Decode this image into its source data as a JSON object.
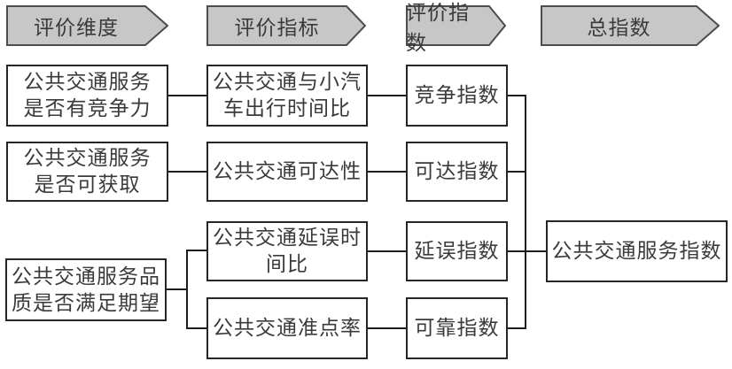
{
  "colors": {
    "background": "#ffffff",
    "arrow_fill": "#c7c7c7",
    "arrow_border": "#4d4d4d",
    "box_border": "#262626",
    "connector": "#1e1e1e",
    "text": "#3a3a3a"
  },
  "headers": [
    {
      "id": "dimension",
      "label": "评价维度"
    },
    {
      "id": "indicator",
      "label": "评价指标"
    },
    {
      "id": "index",
      "label": "评价指数"
    },
    {
      "id": "total",
      "label": "总指数"
    }
  ],
  "boxes": {
    "dim_competitive": "公共交通服务\n是否有竞争力",
    "dim_available": "公共交通服务\n是否可获取",
    "dim_quality": "公共交通服务品\n质是否满足期望",
    "ind_time_ratio": "公共交通与小汽\n车出行时间比",
    "ind_accessibility": "公共交通可达性",
    "ind_delay_ratio": "公共交通延误时\n间比",
    "ind_punctuality": "公共交通准点率",
    "idx_competition": "竞争指数",
    "idx_accessibility": "可达指数",
    "idx_delay": "延误指数",
    "idx_reliability": "可靠指数",
    "total_index": "公共交通服务指数"
  },
  "edges": [
    [
      "dim_competitive",
      "ind_time_ratio"
    ],
    [
      "dim_available",
      "ind_accessibility"
    ],
    [
      "dim_quality",
      "ind_delay_ratio"
    ],
    [
      "dim_quality",
      "ind_punctuality"
    ],
    [
      "ind_time_ratio",
      "idx_competition"
    ],
    [
      "ind_accessibility",
      "idx_accessibility"
    ],
    [
      "ind_delay_ratio",
      "idx_delay"
    ],
    [
      "ind_punctuality",
      "idx_reliability"
    ],
    [
      "idx_competition",
      "total_index"
    ],
    [
      "idx_accessibility",
      "total_index"
    ],
    [
      "idx_delay",
      "total_index"
    ],
    [
      "idx_reliability",
      "total_index"
    ]
  ]
}
